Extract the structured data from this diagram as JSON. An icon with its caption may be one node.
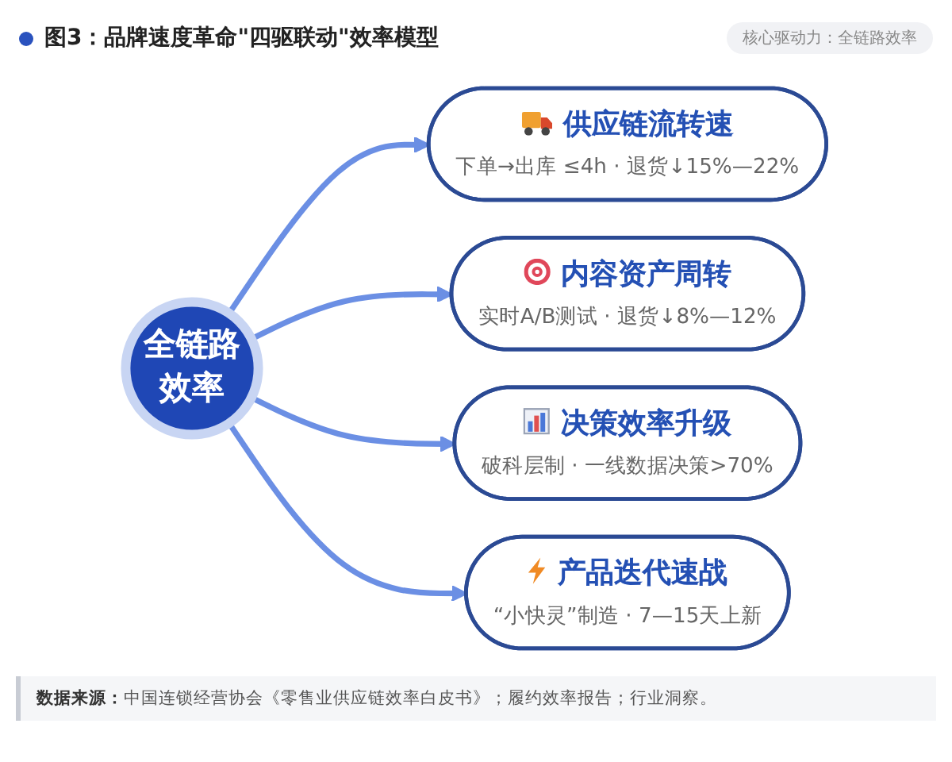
{
  "diagram": {
    "title": "图3：品牌速度革命\"四驱联动\"效率模型",
    "nodes": [
      {
        "text": [
          "供应链流转速",
          "下单→出库 ≤4h · 退货↓15%—22%"
        ]
      },
      {
        "text": [
          "内容资产周转",
          "实时A/B测试 · 退货↓8%—12%"
        ]
      },
      {
        "text": [
          "全链路效率"
        ]
      },
      {
        "text": [
          "决策效率升级",
          "破科层制 · 一线数据决策>70%"
        ]
      },
      {
        "text": [
          "产品迭代速战",
          "“小快灵”制造 · 7—15天上新"
        ]
      }
    ],
    "edges": [
      {
        "from": 2,
        "to": 0,
        "arrow": "to"
      },
      {
        "from": 2,
        "to": 1,
        "arrow": "to"
      },
      {
        "from": 2,
        "to": 3,
        "arrow": "to"
      },
      {
        "from": 2,
        "to": 4,
        "arrow": "to"
      }
    ],
    "labels": [
      "核心驱动力：全链路效率",
      "数据来源：",
      "中国连锁经营协会《零售业供应链效率白皮书》；履约效率报告；行业洞察。"
    ]
  }
}
